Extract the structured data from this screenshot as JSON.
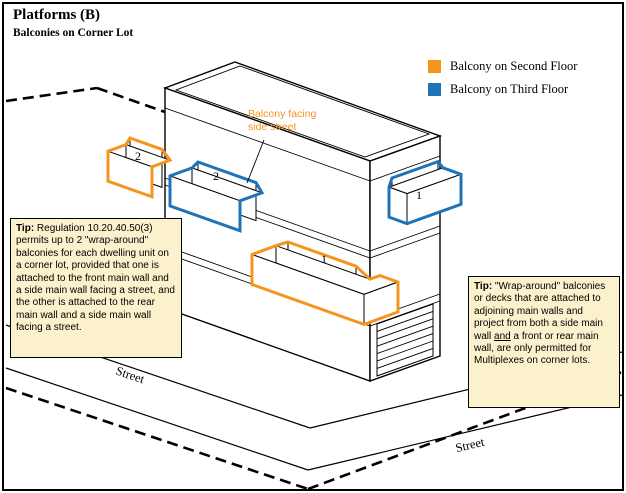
{
  "title": "Platforms  (B)",
  "subtitle": "Balconies on Corner Lot",
  "legend": {
    "items": [
      {
        "label": "Balcony on Second Floor",
        "color_key": "orange"
      },
      {
        "label": "Balcony on Third Floor",
        "color_key": "blue"
      }
    ]
  },
  "annotation": {
    "line1": "Balcony facing",
    "line2": "side street"
  },
  "balcony_labels": {
    "rear_side": "2",
    "front_left": "2",
    "front_right": "1",
    "wraparound": "1"
  },
  "streets": {
    "left": "Street",
    "right": "Street"
  },
  "tip_left": {
    "prefix": "Tip:",
    "body": " Regulation 10.20.40.50(3) permits up to 2 \"wrap-around\" balconies for each dwelling unit on a corner lot, provided that one is attached to the front main wall and a side main wall facing a street, and the other is attached to the rear main wall and a side main wall facing a street."
  },
  "tip_right": {
    "prefix": "Tip:",
    "body_before": " \"Wrap-around\" balconies or decks that are attached to adjoining main walls and project from both a side main wall ",
    "underlined_word": "and",
    "body_after": " a front or rear main wall, are only permitted for Multiplexes on corner lots."
  },
  "colors": {
    "orange": "#F7941E",
    "blue": "#2173B8",
    "tip_bg": "#FBF1CD",
    "line": "#000000"
  }
}
